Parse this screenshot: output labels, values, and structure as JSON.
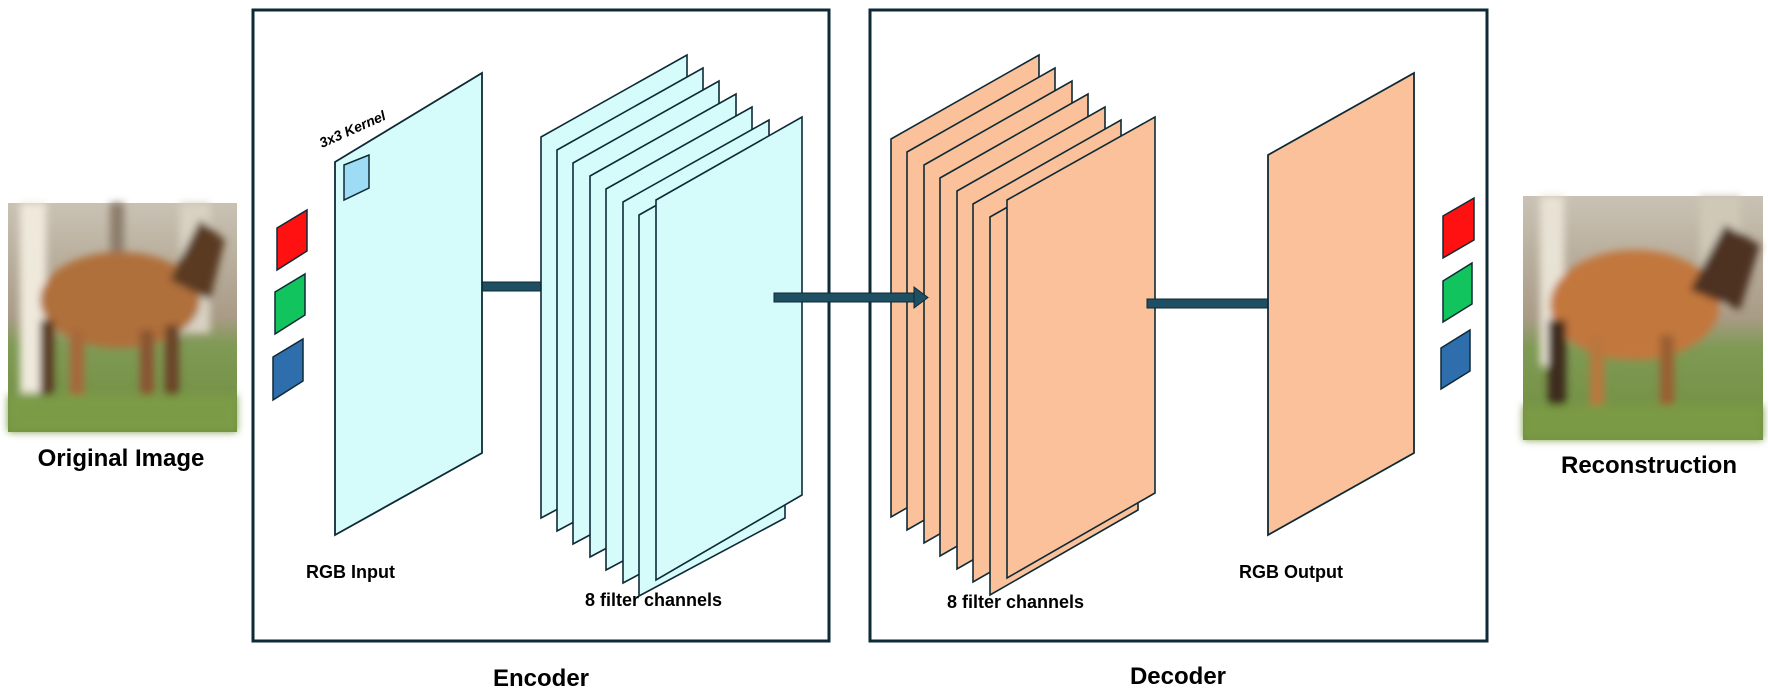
{
  "labels": {
    "original": "Original Image",
    "reconstruction": "Reconstruction",
    "encoder": "Encoder",
    "decoder": "Decoder",
    "rgb_input": "RGB Input",
    "rgb_output": "RGB Output",
    "encoder_channels": "8 filter channels",
    "decoder_channels": "8 filter channels",
    "kernel": "3x3 Kernel"
  },
  "colors": {
    "encoder_plane": "#d6fbfb",
    "decoder_plane": "#fbc19b",
    "kernel": "#9edcf5",
    "outline": "#0e2a36",
    "arrow": "#1f4f63",
    "red": "#ff1111",
    "green": "#12c45d",
    "blue": "#2e6ead"
  },
  "channels": {
    "encoder_count": 8,
    "decoder_count": 8
  }
}
